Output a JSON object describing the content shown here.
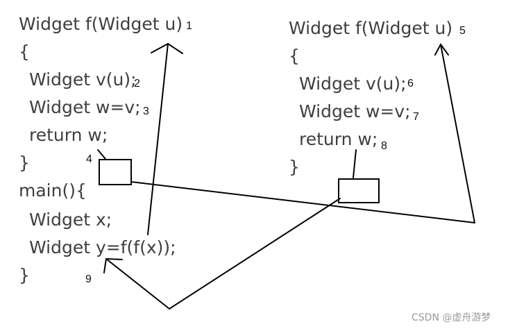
{
  "left_code": {
    "sig": "Widget f(Widget u)",
    "open_brace": "{",
    "line_v": "Widget v(u);",
    "line_w": "Widget w=v;",
    "line_return": "return w;",
    "close_brace": "}",
    "main_sig": "main(){",
    "line_x": "Widget x;",
    "line_y": "Widget y=f(f(x));",
    "main_close": "}"
  },
  "right_code": {
    "sig": "Widget f(Widget u)",
    "open_brace": "{",
    "line_v": "Widget v(u);",
    "line_w": "Widget w=v;",
    "line_return": "return w;",
    "close_brace": "}"
  },
  "markers": [
    "1",
    "2",
    "3",
    "4",
    "5",
    "6",
    "7",
    "8",
    "9"
  ],
  "watermark": "CSDN @虚舟游梦",
  "colors": {
    "code_text": "#3f3f3f",
    "line": "#000000",
    "watermark": "#9a9a9a"
  }
}
